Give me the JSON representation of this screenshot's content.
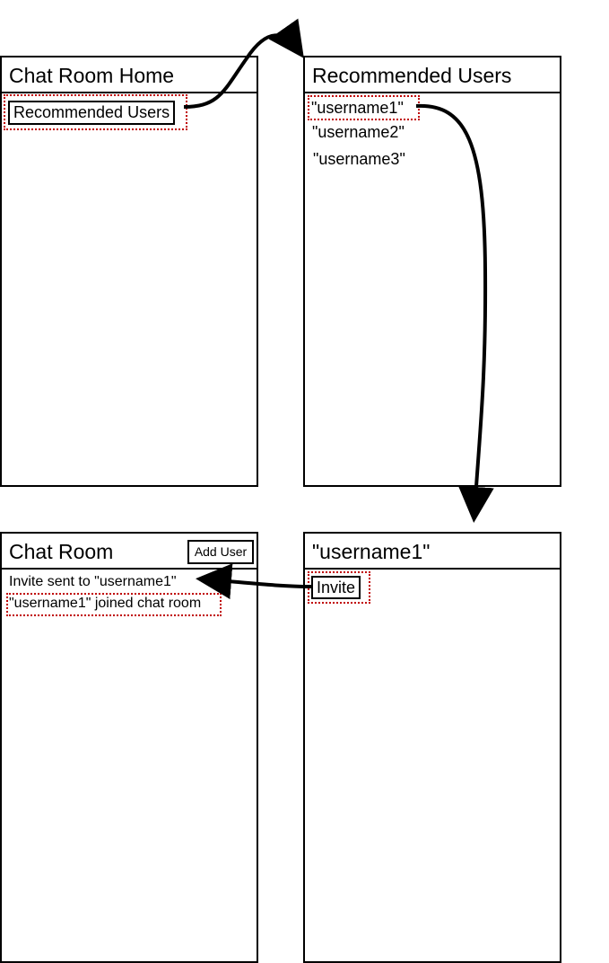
{
  "screens": {
    "home": {
      "title": "Chat Room Home",
      "recommended_button": "Recommended Users"
    },
    "recommended": {
      "title": "Recommended Users",
      "users": [
        "\"username1\"",
        "\"username2\"",
        "\"username3\""
      ]
    },
    "chat_room": {
      "title": "Chat Room",
      "add_user_button": "Add User",
      "messages": [
        "Invite sent to \"username1\"",
        "\"username1\" joined chat room"
      ]
    },
    "profile": {
      "title": "\"username1\"",
      "invite_button": "Invite"
    }
  },
  "colors": {
    "highlight": "#c00000",
    "border": "#000000"
  }
}
